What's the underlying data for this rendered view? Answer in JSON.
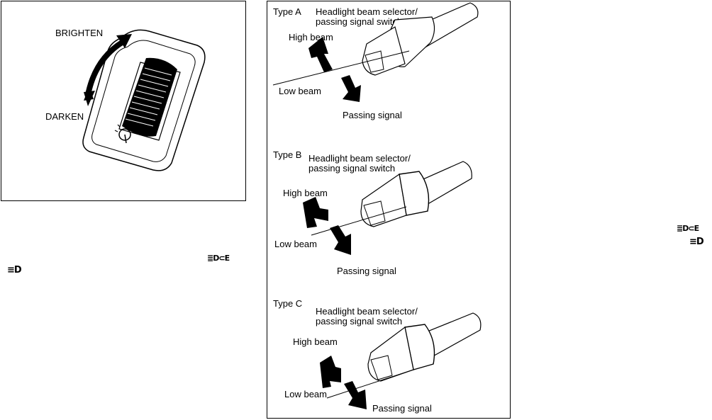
{
  "figure_left": {
    "brighten": "BRIGHTEN",
    "darken": "DARKEN"
  },
  "figure_right": {
    "panels": [
      {
        "type": "Type A",
        "caption_line1": "Headlight beam selector/",
        "caption_line2": "passing signal switch",
        "high": "High beam",
        "low": "Low beam",
        "passing": "Passing signal"
      },
      {
        "type": "Type B",
        "caption_line1": "Headlight beam selector/",
        "caption_line2": "passing signal switch",
        "high": "High beam",
        "low": "Low beam",
        "passing": "Passing signal"
      },
      {
        "type": "Type C",
        "caption_line1": "Headlight beam selector/",
        "caption_line2": "passing signal switch",
        "high": "High beam",
        "low": "Low beam",
        "passing": "Passing signal"
      }
    ]
  },
  "icons": {
    "low_beam_indicator": "headlight-low-beam-icon",
    "high_beam_indicator": "headlight-high-beam-icon"
  }
}
